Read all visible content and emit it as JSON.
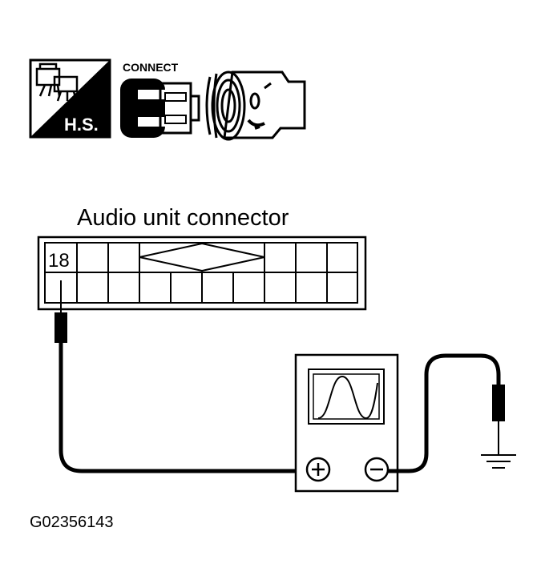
{
  "icons": {
    "hs_label": "H.S.",
    "connect_label": "CONNECT"
  },
  "connector": {
    "title": "Audio unit connector",
    "pin_label": "18"
  },
  "oscilloscope": {
    "plus_symbol": "+",
    "minus_symbol": "−"
  },
  "figure_id": "G02356143"
}
